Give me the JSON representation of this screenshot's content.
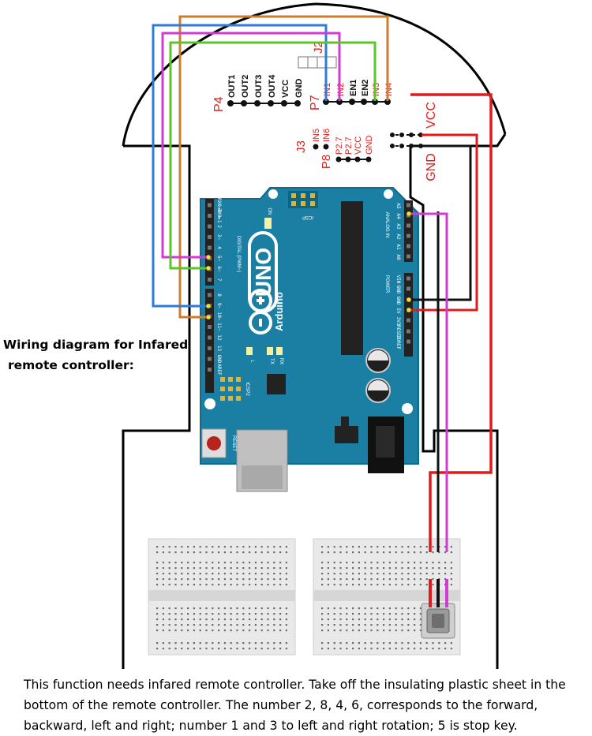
{
  "caption": {
    "side_line1": "Wiring diagram for Infared",
    "side_line2": "remote controller:",
    "bottom_line1": "This function needs infared remote controller. Take off the insulating plastic sheet in the",
    "bottom_line2": "bottom of the remote controller. The number 2, 8, 4, 6, corresponds to the forward,",
    "bottom_line3": "backward, left and right; number 1 and 3 to left and right rotation; 5 is stop key."
  },
  "driver_board": {
    "p4_label": "P4",
    "p4_pins": [
      "OUT1",
      "OUT2",
      "OUT3",
      "OUT4",
      "VCC",
      "GND"
    ],
    "p7_label": "P7",
    "p7_pins": [
      "IN1",
      "IN2",
      "EN1",
      "EN2",
      "IN3",
      "IN4"
    ],
    "j2_label": "J2",
    "j3_label": "J3",
    "j3_pins": [
      "IN5",
      "IN6"
    ],
    "p8_label": "P8",
    "p8_pins": [
      "P2.7",
      "P2.7",
      "VCC",
      "GND"
    ],
    "power_labels": [
      "VCC",
      "GND"
    ]
  },
  "arduino": {
    "logo": "UNO",
    "brand": "Arduino",
    "icsp_top": "ICSP",
    "icsp_bottom": "ICSP2",
    "digital_header": "DIGITAL (PWM~)",
    "analog_header": "ANALOG IN",
    "power_header": "POWER",
    "on_label": "ON",
    "reset_label": "RESET",
    "led_labels": [
      "L",
      "TX",
      "RX"
    ],
    "digital_pins": [
      "RX0◄0",
      "TX0►1",
      "2",
      "3~",
      "4",
      "5~",
      "6~",
      "7",
      "8",
      "9~",
      "10~",
      "11~",
      "12",
      "13",
      "GND",
      "AREF"
    ],
    "analog_pins": [
      "A5",
      "A4",
      "A3",
      "A2",
      "A1",
      "A0"
    ],
    "power_pins": [
      "VIN",
      "GND",
      "GND",
      "5V",
      "3V3",
      "RESET",
      "IOREF"
    ]
  },
  "wire_colors": {
    "orange": "#cf7c2c",
    "blue": "#2f7bd8",
    "magenta": "#d23ad4",
    "green": "#5cc52a",
    "red": "#e01b1b",
    "black": "#111111"
  }
}
